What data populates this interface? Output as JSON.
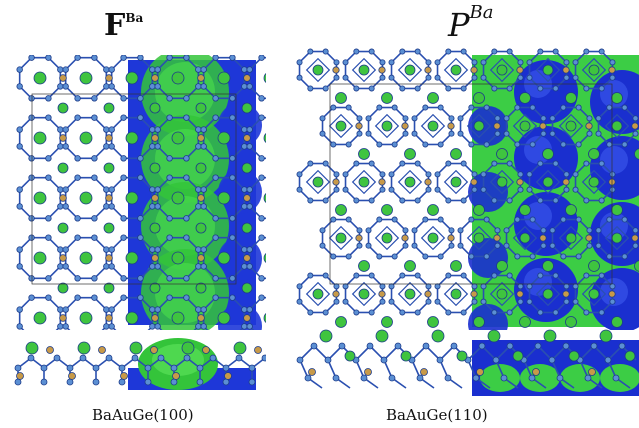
{
  "panels": [
    {
      "title_base": "F",
      "title_sup": "Ba",
      "caption": "BaAuGe(100)"
    },
    {
      "title_base": "P",
      "title_sup": "Ba",
      "caption": "BaAuGe(110)"
    }
  ],
  "colors": {
    "ge_atom": "#5b8fd3",
    "ge_bond": "#2a4fb0",
    "au_atom": "#c89a48",
    "ba_atom": "#3fc43f",
    "f_band_green": "#34c43a",
    "f_band_blue": "#1e37d8",
    "p_band_blue": "#1a2fcf",
    "p_band_green": "#3ccd45"
  }
}
